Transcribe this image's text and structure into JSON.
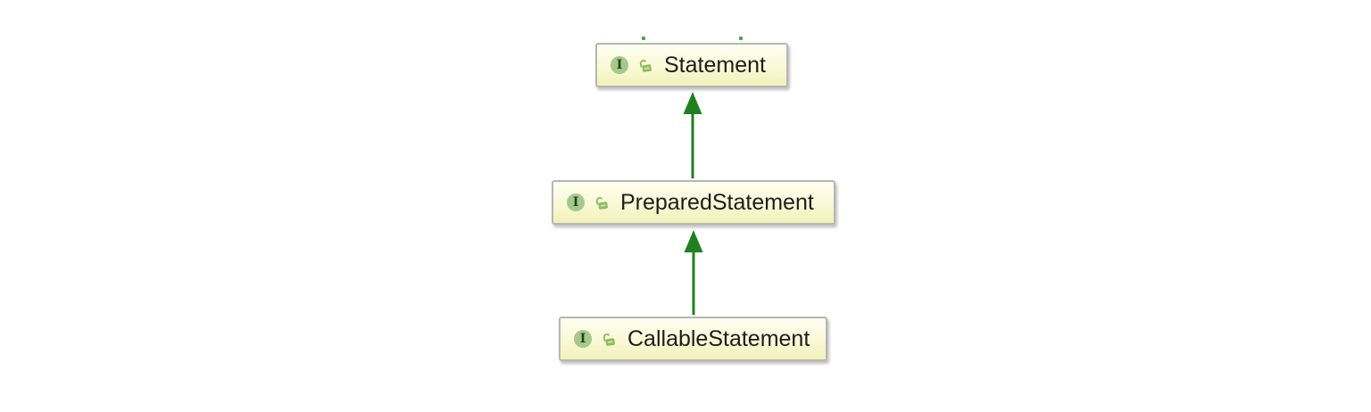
{
  "diagram": {
    "kind": "uml-class-diagram",
    "interface_icon_letter": "I",
    "nodes": [
      {
        "id": "statement",
        "label": "Statement",
        "element_type": "interface",
        "visibility_icon": "unlocked"
      },
      {
        "id": "prepared-statement",
        "label": "PreparedStatement",
        "element_type": "interface",
        "visibility_icon": "unlocked"
      },
      {
        "id": "callable-statement",
        "label": "CallableStatement",
        "element_type": "interface",
        "visibility_icon": "unlocked"
      }
    ],
    "edges": [
      {
        "from": "PreparedStatement",
        "to": "Statement",
        "relation": "extends",
        "style": "solid-green-arrow"
      },
      {
        "from": "CallableStatement",
        "to": "PreparedStatement",
        "relation": "extends",
        "style": "solid-green-arrow"
      }
    ],
    "cropped_edge_stubs_above_statement": 2,
    "colors": {
      "edge_green": "#1f801f",
      "node_fill_top": "#fefef2",
      "node_fill_mid": "#f9f9d6",
      "node_fill_bottom": "#f1f1ba",
      "node_border": "#b6b6b6",
      "icon_circle_fill": "#a5c98b",
      "icon_letter_color": "#21421e",
      "lock_green": "#8fbb62",
      "lock_slot": "#cfe3ae",
      "label_color": "#1d1d1d",
      "stub_green": "#55a055"
    }
  }
}
